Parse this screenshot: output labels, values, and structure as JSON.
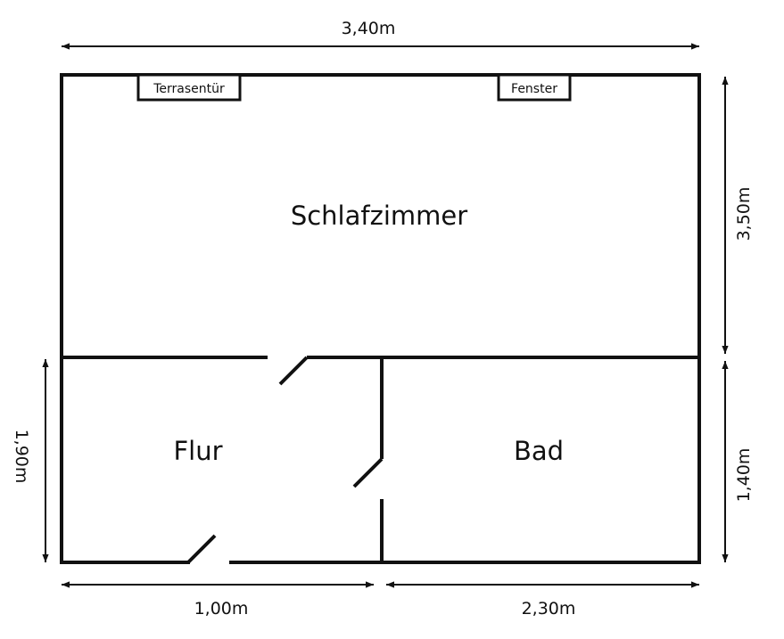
{
  "dimensions": {
    "top_width": "3,40m",
    "right_upper": "3,50m",
    "right_lower": "1,40m",
    "left_lower": "1,90m",
    "bottom_left": "1,00m",
    "bottom_right": "2,30m"
  },
  "rooms": {
    "bedroom": "Schlafzimmer",
    "hallway": "Flur",
    "bathroom": "Bad"
  },
  "openings": {
    "terrace_door": "Terrasentür",
    "window": "Fenster"
  }
}
